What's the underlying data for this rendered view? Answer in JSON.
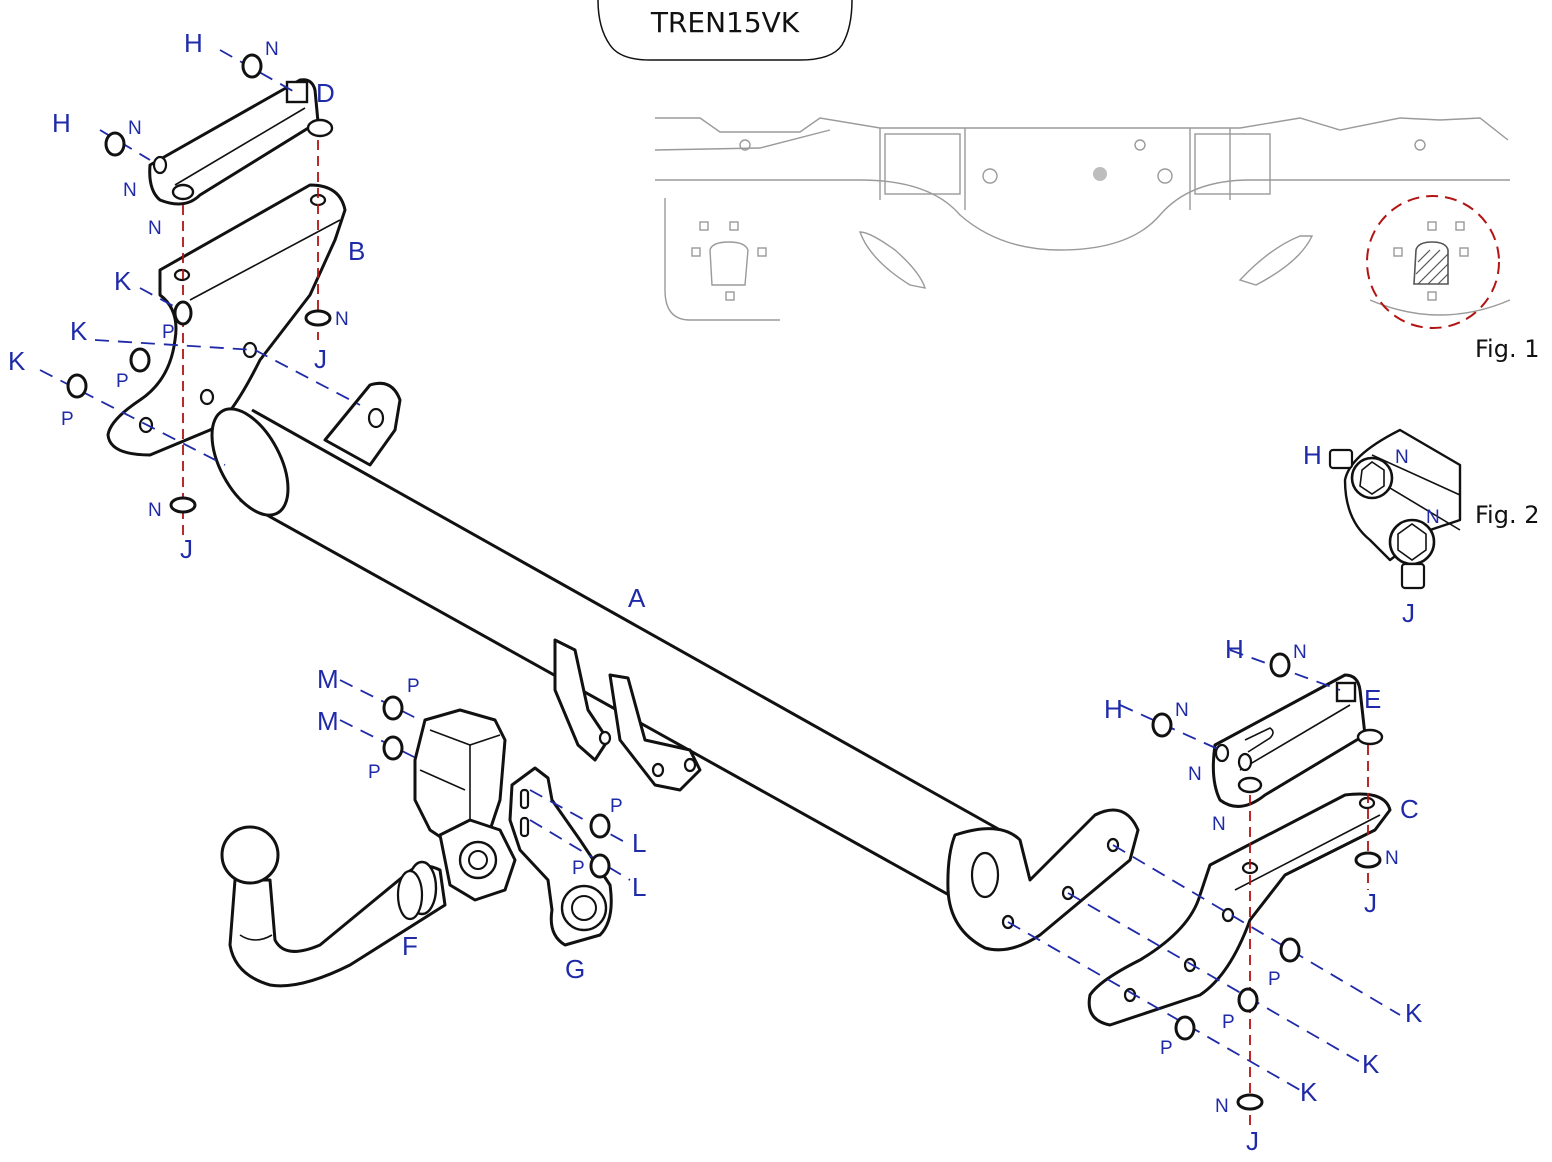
{
  "title": "TREN15VK",
  "figures": {
    "fig1": "Fig. 1",
    "fig2": "Fig. 2"
  },
  "parts": {
    "A": "A",
    "B": "B",
    "C": "C",
    "D": "D",
    "E": "E",
    "F": "F",
    "G": "G"
  },
  "hardware": {
    "H": "H",
    "J": "J",
    "K": "K",
    "L": "L",
    "M": "M",
    "N": "N",
    "P": "P"
  },
  "colors": {
    "label_blue": "#1f2aa8",
    "axis_red": "#b31313",
    "line_black": "#111111",
    "car_grey": "#9a9a9a"
  }
}
